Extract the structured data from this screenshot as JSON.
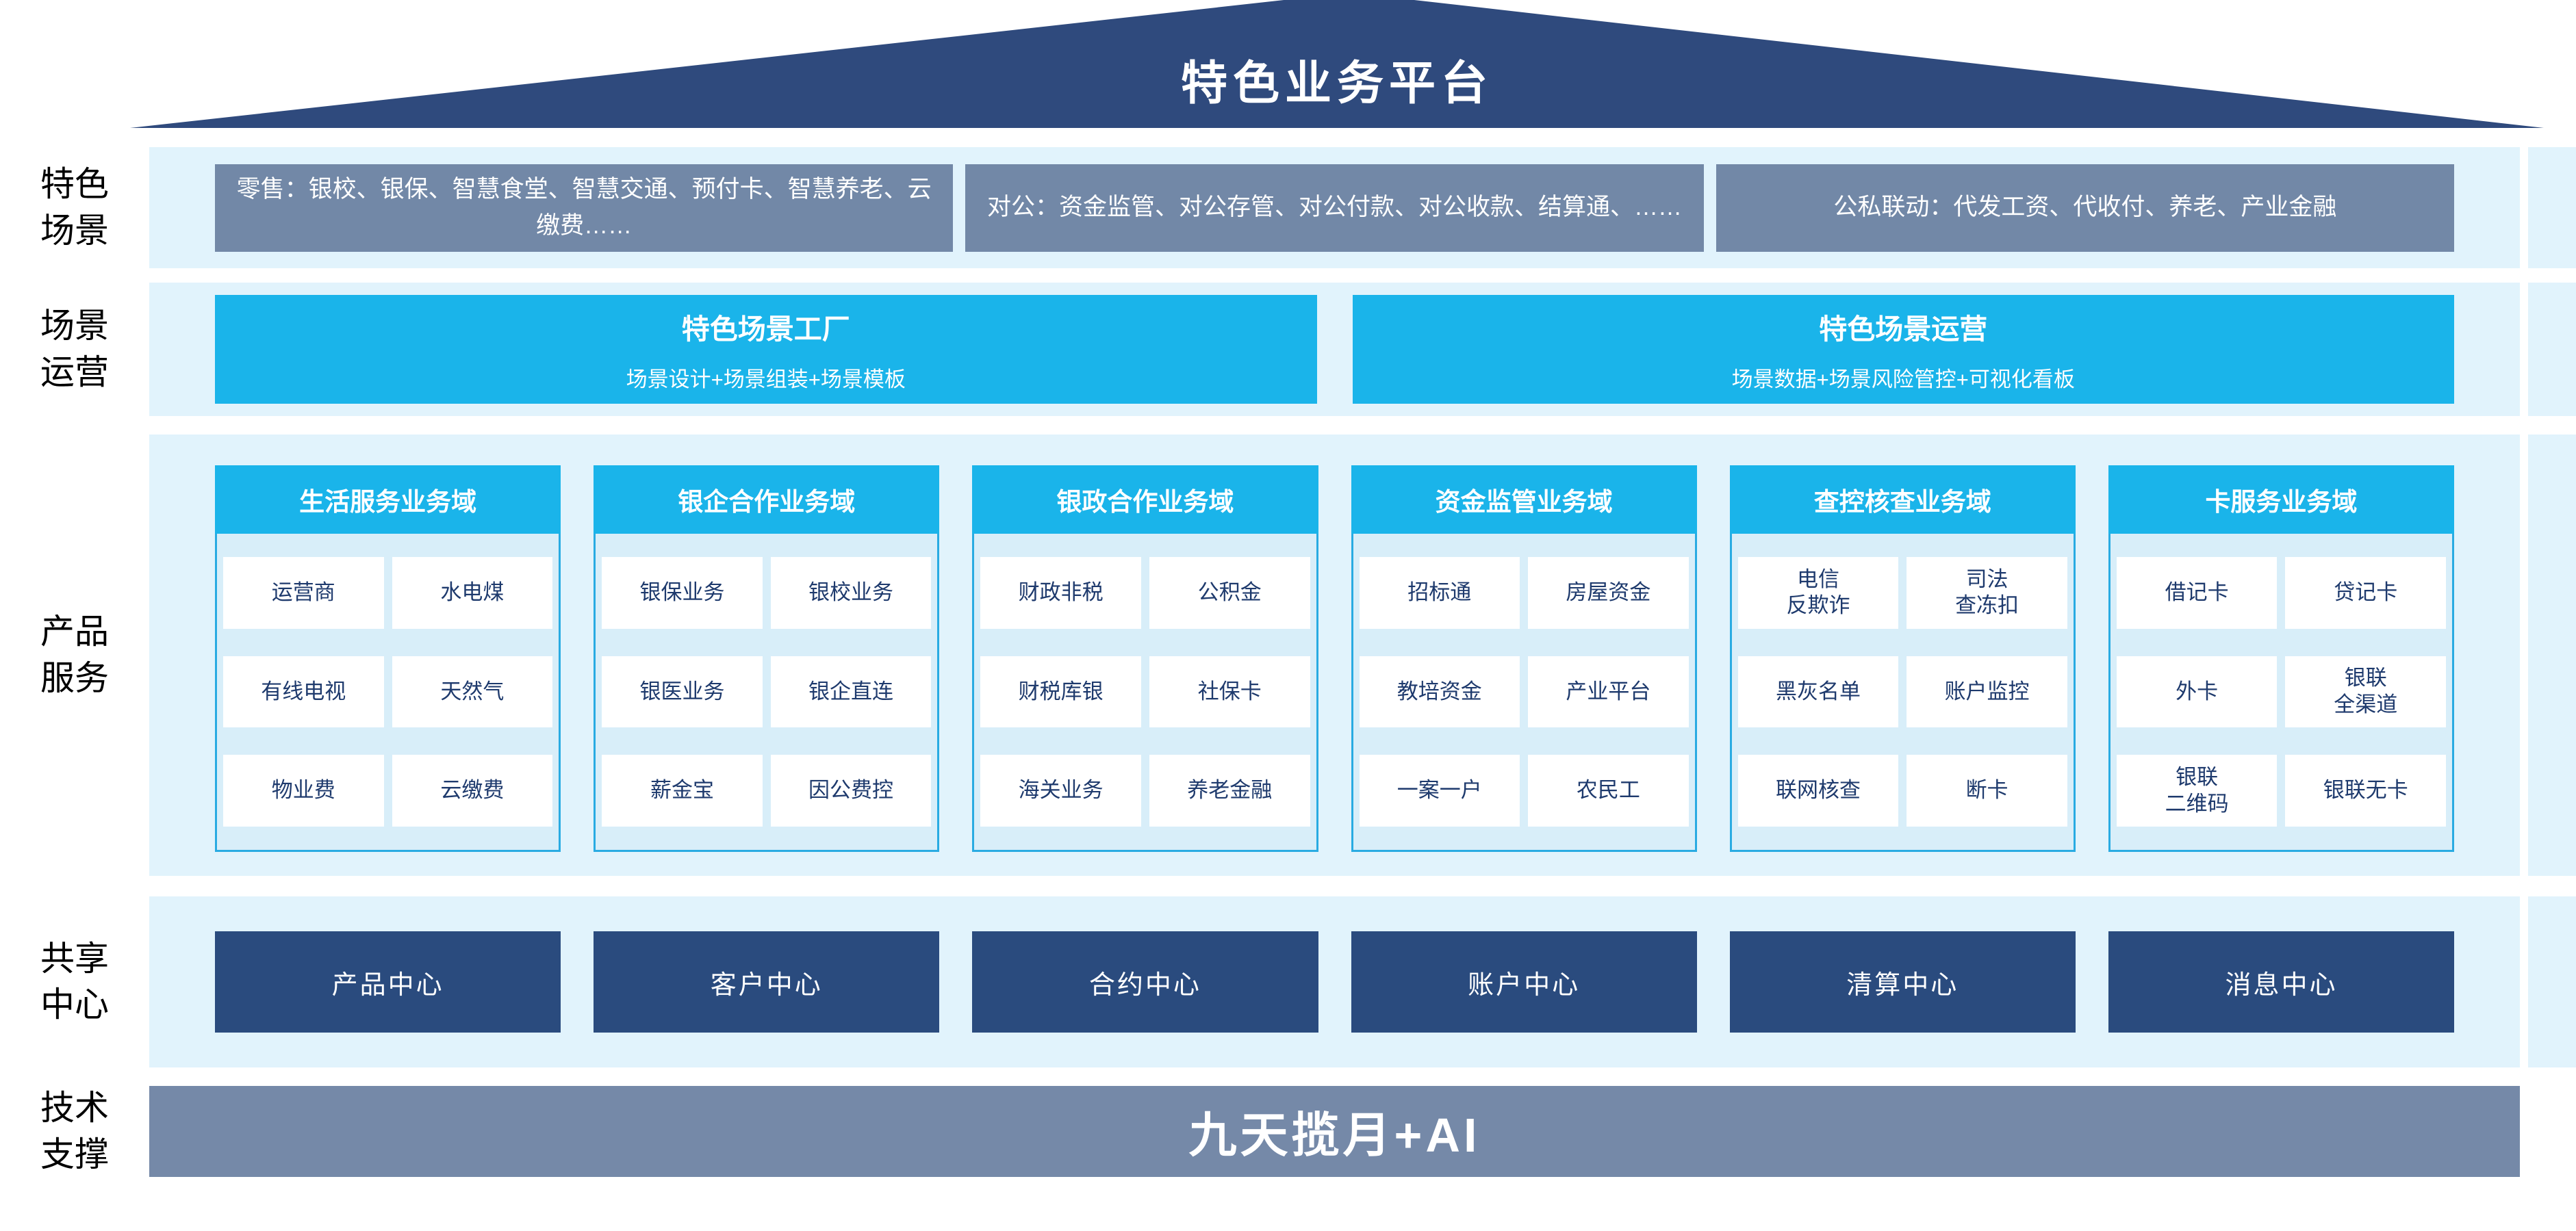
{
  "roof": {
    "title": "特色业务平台"
  },
  "labels": {
    "scene": "特色\n场景",
    "ops": "场景\n运营",
    "products": "产品\n服务",
    "centers": "共享\n中心",
    "tech": "技术\n支撑"
  },
  "scene_boxes": [
    "零售：银校、银保、智慧食堂、智慧交通、预付卡、智慧养老、云缴费……",
    "对公：资金监管、对公存管、对公付款、对公收款、结算通、……",
    "公私联动：代发工资、代收付、养老、产业金融"
  ],
  "ops_boxes": [
    {
      "title": "特色场景工厂",
      "subtitle": "场景设计+场景组装+场景模板"
    },
    {
      "title": "特色场景运营",
      "subtitle": "场景数据+场景风险管控+可视化看板"
    }
  ],
  "product_columns": [
    {
      "header": "生活服务业务域",
      "cells": [
        [
          "运营商",
          "水电煤"
        ],
        [
          "有线电视",
          "天然气"
        ],
        [
          "物业费",
          "云缴费"
        ]
      ]
    },
    {
      "header": "银企合作业务域",
      "cells": [
        [
          "银保业务",
          "银校业务"
        ],
        [
          "银医业务",
          "银企直连"
        ],
        [
          "薪金宝",
          "因公费控"
        ]
      ]
    },
    {
      "header": "银政合作业务域",
      "cells": [
        [
          "财政非税",
          "公积金"
        ],
        [
          "财税库银",
          "社保卡"
        ],
        [
          "海关业务",
          "养老金融"
        ]
      ]
    },
    {
      "header": "资金监管业务域",
      "cells": [
        [
          "招标通",
          "房屋资金"
        ],
        [
          "教培资金",
          "产业平台"
        ],
        [
          "一案一户",
          "农民工"
        ]
      ]
    },
    {
      "header": "查控核查业务域",
      "cells": [
        [
          "电信\n反欺诈",
          "司法\n查冻扣"
        ],
        [
          "黑灰名单",
          "账户监控"
        ],
        [
          "联网核查",
          "断卡"
        ]
      ]
    },
    {
      "header": "卡服务业务域",
      "cells": [
        [
          "借记卡",
          "贷记卡"
        ],
        [
          "外卡",
          "银联\n全渠道"
        ],
        [
          "银联\n二维码",
          "银联无卡"
        ]
      ]
    }
  ],
  "center_boxes": [
    "产品中心",
    "客户中心",
    "合约中心",
    "账户中心",
    "清算中心",
    "消息中心"
  ],
  "tech_bar": "九天揽月+AI",
  "colors": {
    "roof_navy": "#2F4A7D",
    "cyan": "#1AB4EA",
    "slate_gray": "#7288A7",
    "band_light_blue": "#E1F3FC",
    "panel_fill": "#D8EEF9",
    "panel_border": "#29ABE2",
    "navy_box": "#2A4B7E",
    "cell_text_navy": "#1E3A6D",
    "bottom_bar_gray": "#7589A8"
  }
}
